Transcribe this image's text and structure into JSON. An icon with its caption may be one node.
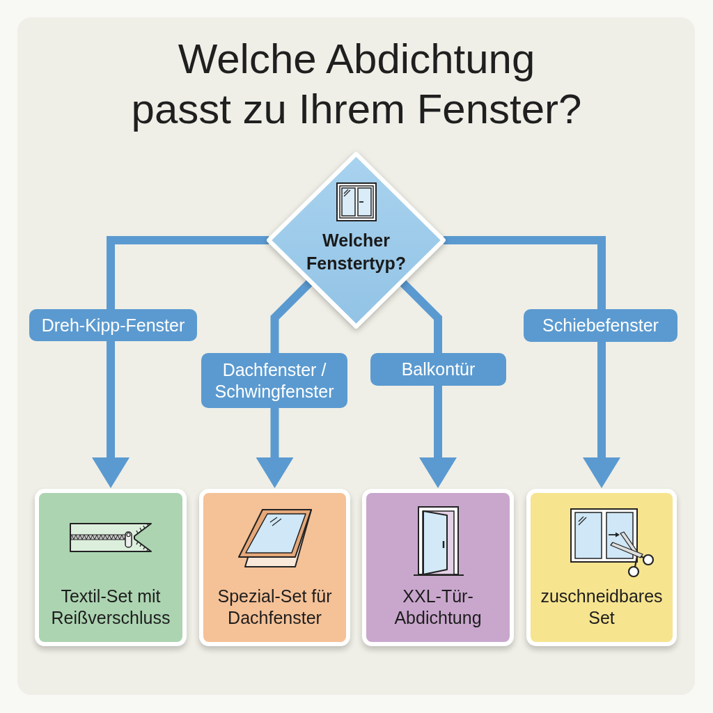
{
  "diagram": {
    "title": "Welche Abdichtung passt zu Ihrem Fenster?",
    "nodes": [
      {
        "text": [
          "Welcher Fenstertyp?"
        ]
      },
      {
        "text": [
          "Textil-Set mit Reißverschluss"
        ]
      },
      {
        "text": [
          "Spezial-Set für Dachfenster"
        ]
      },
      {
        "text": [
          "XXL-Tür-Abdichtung"
        ]
      },
      {
        "text": [
          "zuschneidbares Set"
        ]
      }
    ],
    "edges": [
      {
        "from": 0,
        "to": 1,
        "arrow": "to",
        "label": "Dreh-Kipp-Fenster"
      },
      {
        "from": 0,
        "to": 2,
        "arrow": "to",
        "label": "Dachfenster / Schwingfenster"
      },
      {
        "from": 0,
        "to": 3,
        "arrow": "to",
        "label": "Balkontür"
      },
      {
        "from": 0,
        "to": 4,
        "arrow": "to",
        "label": "Schiebefenster"
      }
    ]
  }
}
